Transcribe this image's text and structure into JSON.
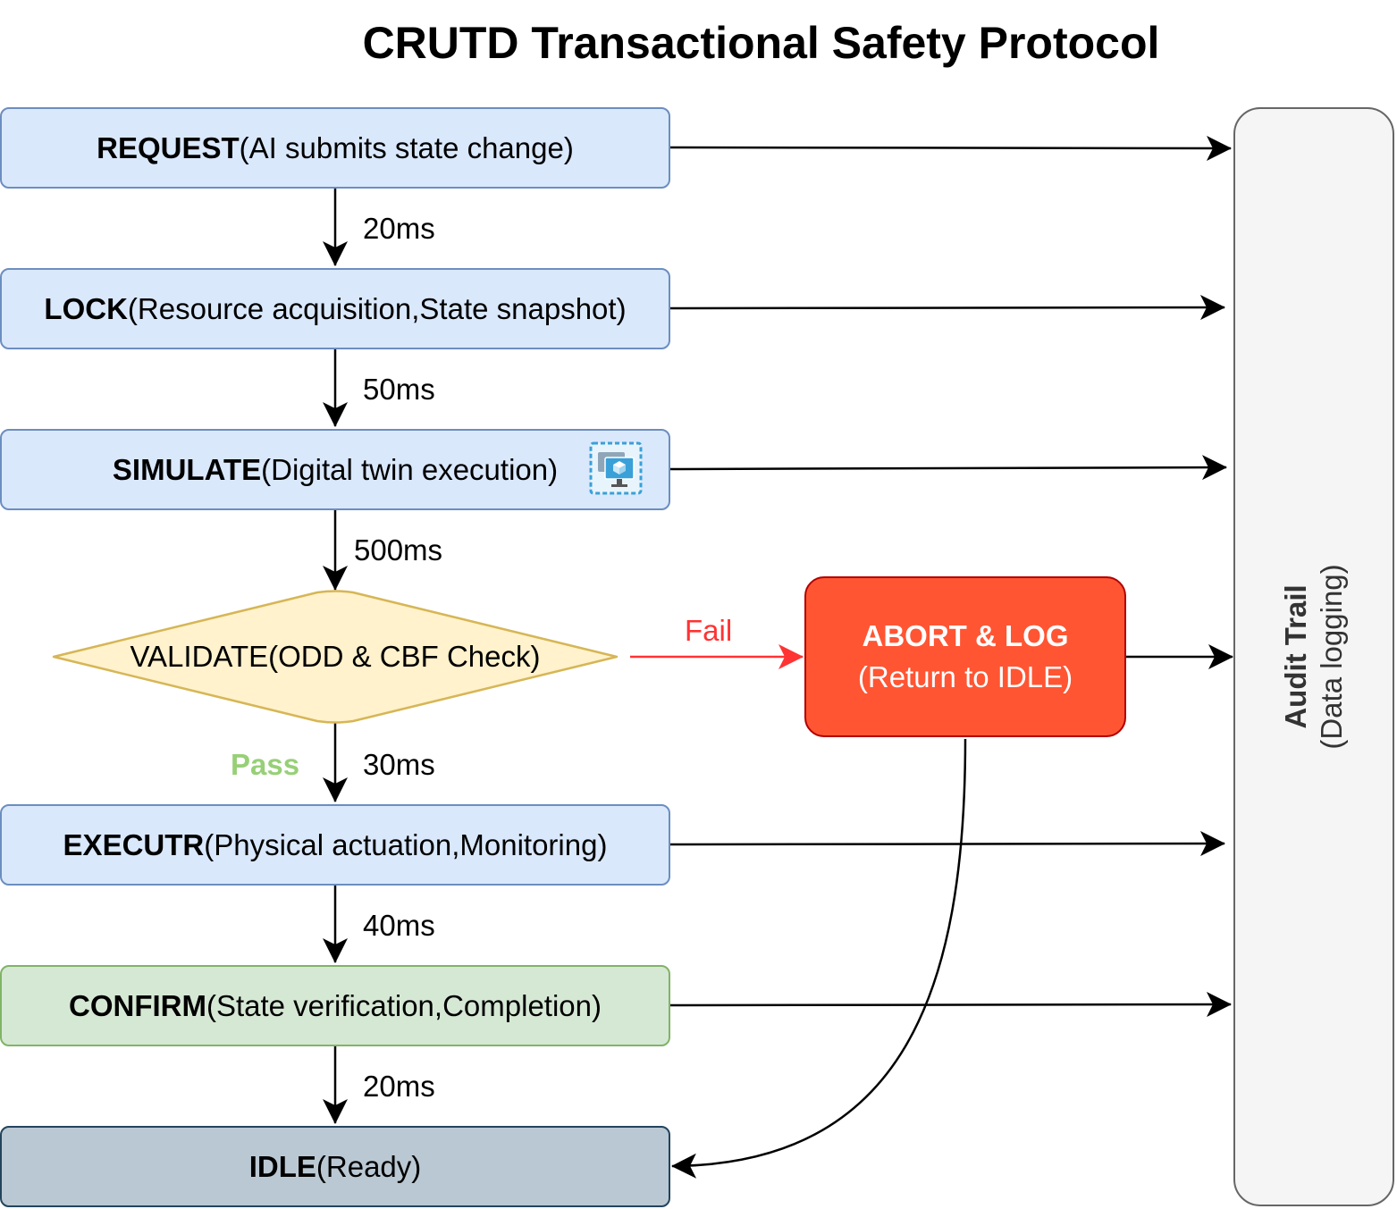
{
  "title": "CRUTD Transactional Safety Protocol",
  "steps": [
    {
      "name": "REQUEST",
      "detail": "(AI submits state change)"
    },
    {
      "name": "LOCK",
      "detail": "(Resource acquisition,State snapshot)"
    },
    {
      "name": "SIMULATE",
      "detail": "(Digital twin execution)",
      "icon": "digital-twin-icon"
    },
    {
      "name": "VALIDATE",
      "detail": "(ODD & CBF Check)"
    },
    {
      "name": "EXECUTR",
      "detail": "(Physical actuation,Monitoring)"
    },
    {
      "name": "CONFIRM",
      "detail": "(State verification,Completion)"
    },
    {
      "name": "IDLE",
      "detail": "(Ready)"
    }
  ],
  "timings": [
    "20ms",
    "50ms",
    "500ms",
    "30ms",
    "40ms",
    "20ms"
  ],
  "branches": {
    "fail": "Fail",
    "pass": "Pass"
  },
  "abort": {
    "title": "ABORT & LOG",
    "subtitle": "(Return to IDLE)"
  },
  "audit": {
    "title": "Audit Trail",
    "subtitle": "(Data logging)"
  },
  "colors": {
    "step_fill": "#dae8fc",
    "step_border": "#6c8ebf",
    "decision_fill": "#fff2cc",
    "decision_border": "#d6b656",
    "confirm_fill": "#d5e8d4",
    "confirm_border": "#82b366",
    "idle_fill": "#bac8d3",
    "idle_border": "#23445d",
    "abort_fill": "#ff5533",
    "abort_border": "#b20000",
    "fail_color": "#ff3333",
    "pass_color": "#97d077",
    "audit_fill": "#f5f5f5",
    "audit_border": "#666666"
  }
}
